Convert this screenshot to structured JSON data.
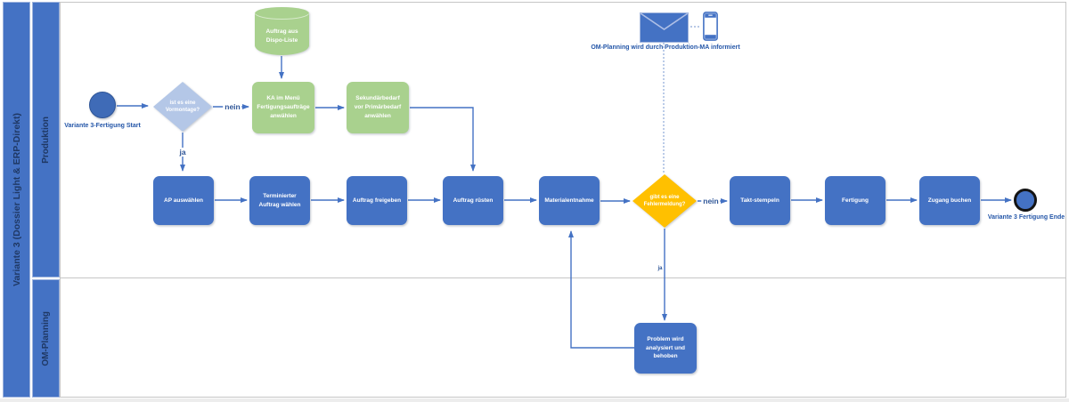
{
  "pool": {
    "title": "Variante 3 (Dossier Light & ERP-Direkt)",
    "lanes": [
      {
        "label": "Produktion"
      },
      {
        "label": "OM-Planning"
      }
    ]
  },
  "nodes": {
    "start_event": {
      "label": "Variante 3-Fertigung Start"
    },
    "decision_vormontage": {
      "label": "ist es eine Vormontage?"
    },
    "datastore_dispo": {
      "label": "Auftrag aus Dispo-Liste"
    },
    "task_ka_menue": {
      "label": "KA im Menü Fertigungsaufträge anwählen"
    },
    "task_sekundaerbedarf": {
      "label": "Sekundärbedarf vor Primärbedarf anwählen"
    },
    "task_ap": {
      "label": "AP auswählen"
    },
    "task_terminierter_auftrag": {
      "label": "Terminierter Auftrag wählen"
    },
    "task_freigeben": {
      "label": "Auftrag freigeben"
    },
    "task_ruesten": {
      "label": "Auftrag rüsten"
    },
    "task_materialentnahme": {
      "label": "Materialentnahme"
    },
    "decision_fehlermeldung": {
      "label": "gibt es eine Fehlermeldung?"
    },
    "task_takt_stempeln": {
      "label": "Takt-stempeln"
    },
    "task_fertigung": {
      "label": "Fertigung"
    },
    "task_zugang_buchen": {
      "label": "Zugang buchen"
    },
    "end_event": {
      "label": "Variante 3 Fertigung Ende"
    },
    "task_problem": {
      "label": "Problem wird analysiert und behoben"
    }
  },
  "edge_labels": {
    "vormontage_nein": "nein",
    "vormontage_ja": "ja",
    "fehlermeldung_nein": "nein",
    "fehlermeldung_ja": "ja"
  },
  "annotation": {
    "message_label": "OM-Planning wird durch Produktion-MA informiert",
    "icons": [
      "envelope-icon",
      "smartphone-icon"
    ]
  },
  "colors": {
    "task_fill": "#4472C4",
    "alt_task_fill": "#A9D18E",
    "decision_fill": "#B4C7E7",
    "warning_decision_fill": "#FFC000",
    "connector": "#4472C4",
    "outside_label_text": "#2456A8",
    "lane_band_fill": "#4472C4",
    "lane_band_text": "#1F3864",
    "lane_border": "#C6C6C6"
  }
}
